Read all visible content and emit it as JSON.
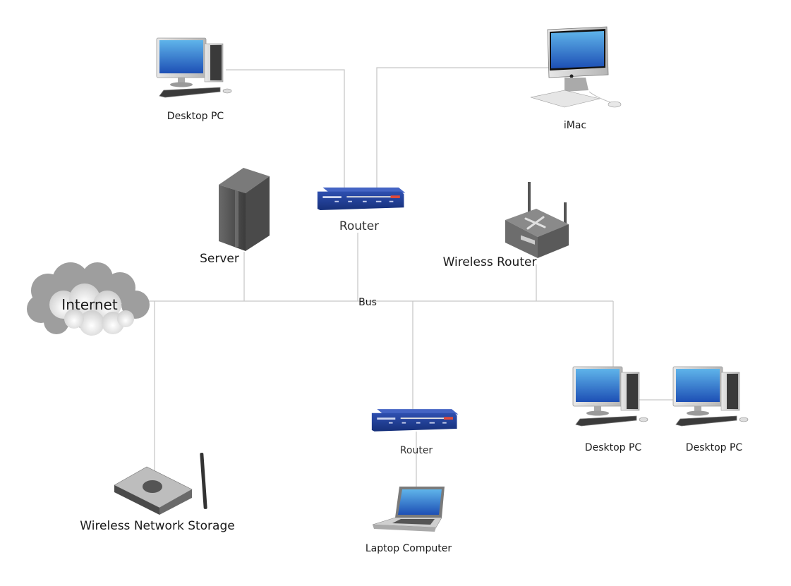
{
  "diagram": {
    "type": "network-topology",
    "bus_label": "Bus",
    "nodes": [
      {
        "id": "desktop-top",
        "kind": "desktop-pc",
        "label": "Desktop PC"
      },
      {
        "id": "imac",
        "kind": "imac",
        "label": "iMac"
      },
      {
        "id": "router-top",
        "kind": "router",
        "label": "Router"
      },
      {
        "id": "server",
        "kind": "server",
        "label": "Server"
      },
      {
        "id": "wireless-router",
        "kind": "wireless-router",
        "label": "Wireless Router"
      },
      {
        "id": "internet",
        "kind": "cloud",
        "label": "Internet"
      },
      {
        "id": "desktop-right-1",
        "kind": "desktop-pc",
        "label": "Desktop PC"
      },
      {
        "id": "desktop-right-2",
        "kind": "desktop-pc",
        "label": "Desktop PC"
      },
      {
        "id": "router-bottom",
        "kind": "router",
        "label": "Router"
      },
      {
        "id": "laptop",
        "kind": "laptop",
        "label": "Laptop Computer"
      },
      {
        "id": "storage",
        "kind": "wireless-storage",
        "label": "Wireless Network Storage"
      }
    ],
    "connections": [
      {
        "from": "desktop-top",
        "to": "router-top"
      },
      {
        "from": "imac",
        "to": "router-top"
      },
      {
        "from": "router-top",
        "to": "bus"
      },
      {
        "from": "server",
        "to": "bus"
      },
      {
        "from": "wireless-router",
        "to": "bus"
      },
      {
        "from": "internet",
        "to": "bus"
      },
      {
        "from": "storage",
        "to": "bus"
      },
      {
        "from": "router-bottom",
        "to": "bus"
      },
      {
        "from": "router-bottom",
        "to": "laptop"
      },
      {
        "from": "desktop-right-1",
        "to": "bus"
      },
      {
        "from": "desktop-right-1",
        "to": "desktop-right-2"
      }
    ],
    "colors": {
      "line": "#c8c8c8",
      "router_blue": "#1f3b8f",
      "screen_blue": "#2a6fcf",
      "cloud_gray": "#9a9a9a"
    }
  }
}
